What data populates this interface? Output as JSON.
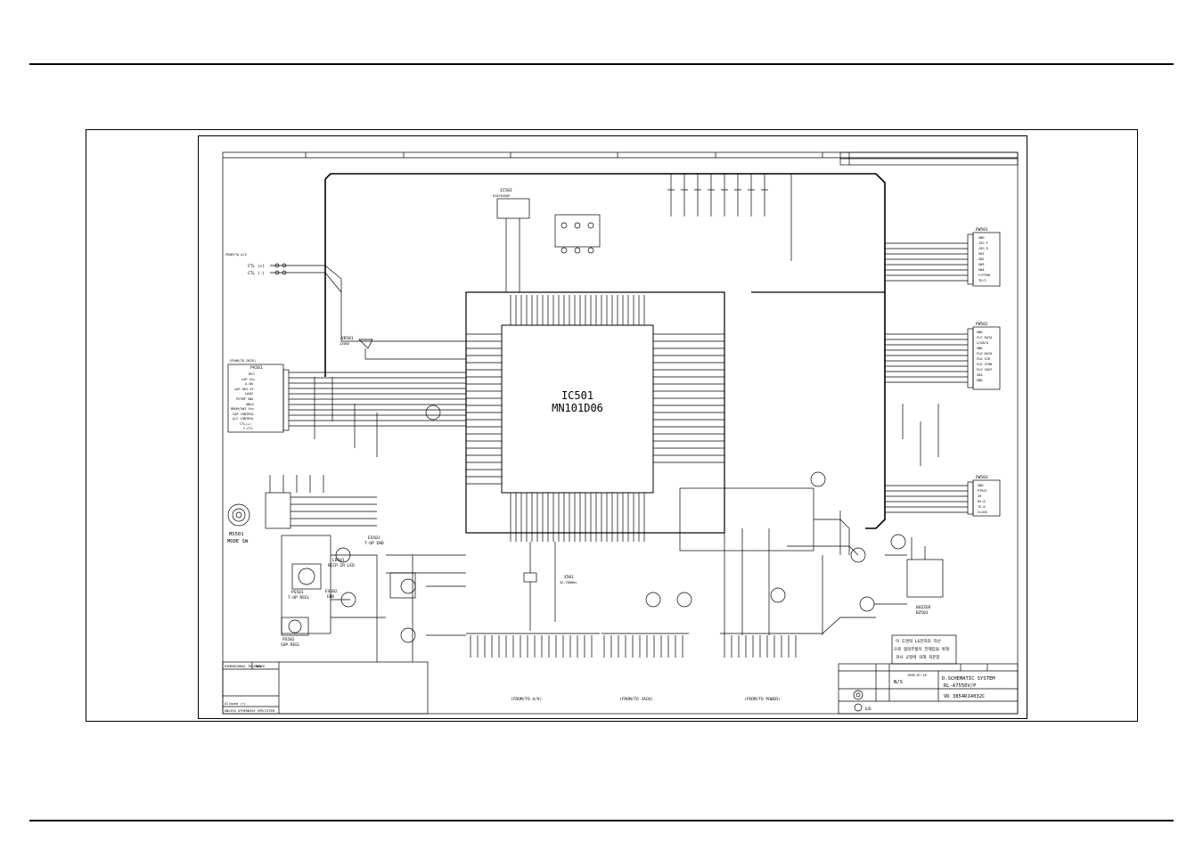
{
  "ic": {
    "ref": "IC501",
    "part": "MN101D06"
  },
  "connectors": {
    "left": {
      "ref": "PA501",
      "side_label": "(FROM/TO DECK)",
      "pins": [
        "DFG",
        "CAP Vcc",
        "A.SW",
        "CAP REV VF",
        "LOAD",
        "PVTBP SW2",
        "UNLD",
        "DRUM/SWI Vcc",
        "CAP CONTROL",
        "A/C CONTROL",
        "CTL(+)",
        "C.CTL"
      ]
    },
    "top_right": {
      "ref": "PW501",
      "pins": [
        "GND",
        "JSG F",
        "JSG R",
        "SW1",
        "SW2",
        "SW3",
        "SW4",
        "F/PTRD",
        "TE/3"
      ]
    },
    "mid_right": {
      "ref": "PW502",
      "pins": [
        "GND",
        "FLP DATA",
        "S/DATA",
        "GND",
        "FLD DATA",
        "FLD SCK",
        "FLD STRB",
        "FLD CKOT",
        "SDA",
        "GND"
      ]
    },
    "low_right": {
      "ref": "PW503",
      "pins": [
        "GND",
        "PTRST",
        "IR",
        "RX-D",
        "TX-D",
        "CLOCK"
      ]
    }
  },
  "ctl": {
    "caption": "FROM/TO A/V",
    "plus": "CTL (+)",
    "minus": "CTL (-)"
  },
  "parts": {
    "mode_sw_ref": "MS501",
    "mode_sw_label": "MODE SW",
    "supreel_ref": "PS502",
    "supreel_label": "SUP.REEL",
    "tupreel_ref": "PS501",
    "tupreel_label": "T-UP REEL",
    "tup_end_ref": "ES501",
    "tup_end_label": "T-UP END",
    "buzzer_ref": "BZ501",
    "buzzer_label": "BUZZER",
    "crystal": "X501",
    "crystal_freq": "32.768KHz",
    "eeprom": "IC503",
    "eeprom_part": "KIA7045AP",
    "led": "LD501",
    "led_label": "RECP IR LED",
    "sensor_ref": "ES502",
    "sensor_label": "END",
    "vr_ref": "VR501",
    "vr_val": "220KB"
  },
  "bottom_labels": {
    "av": "(FROM/TO A/V)",
    "jack": "(FROM/TO JACK)",
    "power": "(FROM/TO POWER)"
  },
  "title_block": {
    "title": "D.SCHEMATIC SYSTEM",
    "model": "RL-A7550V/P",
    "doc_no": "VD 3854R14032C",
    "scale": "N/S",
    "date": "1999.07.18",
    "maker": "LG",
    "note_lines": [
      "이 도면의 LG전자의 자산",
      "으로 협의부품이 전재임을 위해",
      "귀사 규정에 의해 처분함"
    ]
  },
  "revision_block": {
    "col1": "DIMENSIONAL TOLERANCE",
    "col2": "REV",
    "note": "Allowed (r)",
    "foot": "UNLESS OTHERWISE SPECIFIED"
  }
}
